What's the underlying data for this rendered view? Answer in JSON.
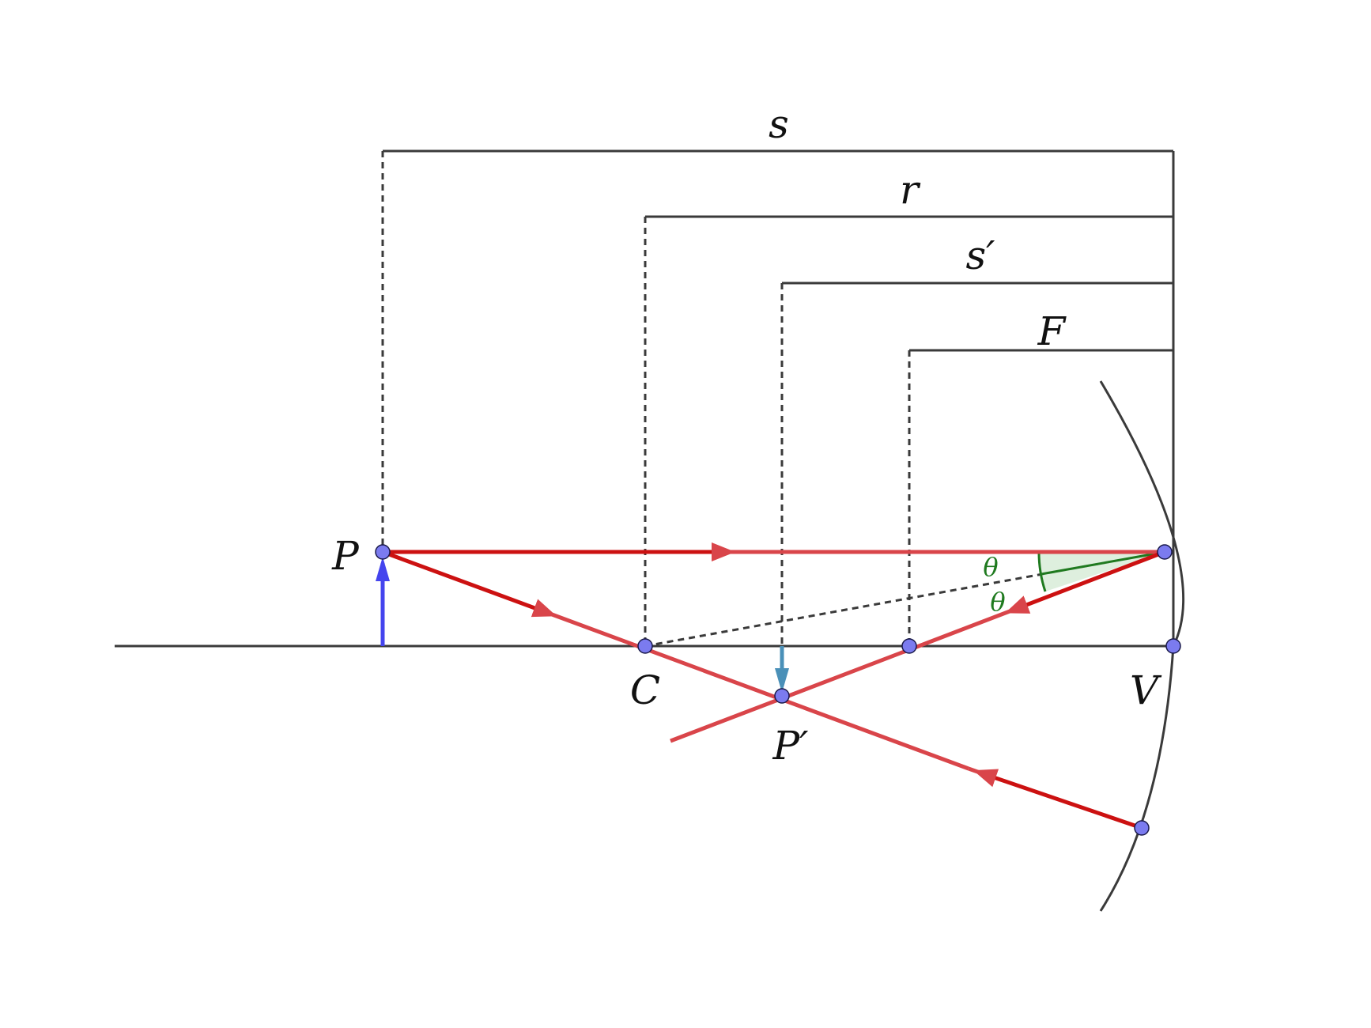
{
  "diagram": {
    "labels": {
      "s": "s",
      "r": "r",
      "s_prime": "s′",
      "F": "F",
      "P": "P",
      "C": "C",
      "V": "V",
      "P_prime": "P′",
      "theta_1": "θ",
      "theta_2": "θ"
    },
    "colors": {
      "axis": "#3a3a3a",
      "ray": "#cc1111",
      "ray_faded": "#d9454a",
      "object_arrow": "#4444ee",
      "image_arrow": "#4a90b8",
      "point_fill": "#7b7bef",
      "angle": "#1f7a1f",
      "angle_fill": "#d6ebd6"
    }
  }
}
